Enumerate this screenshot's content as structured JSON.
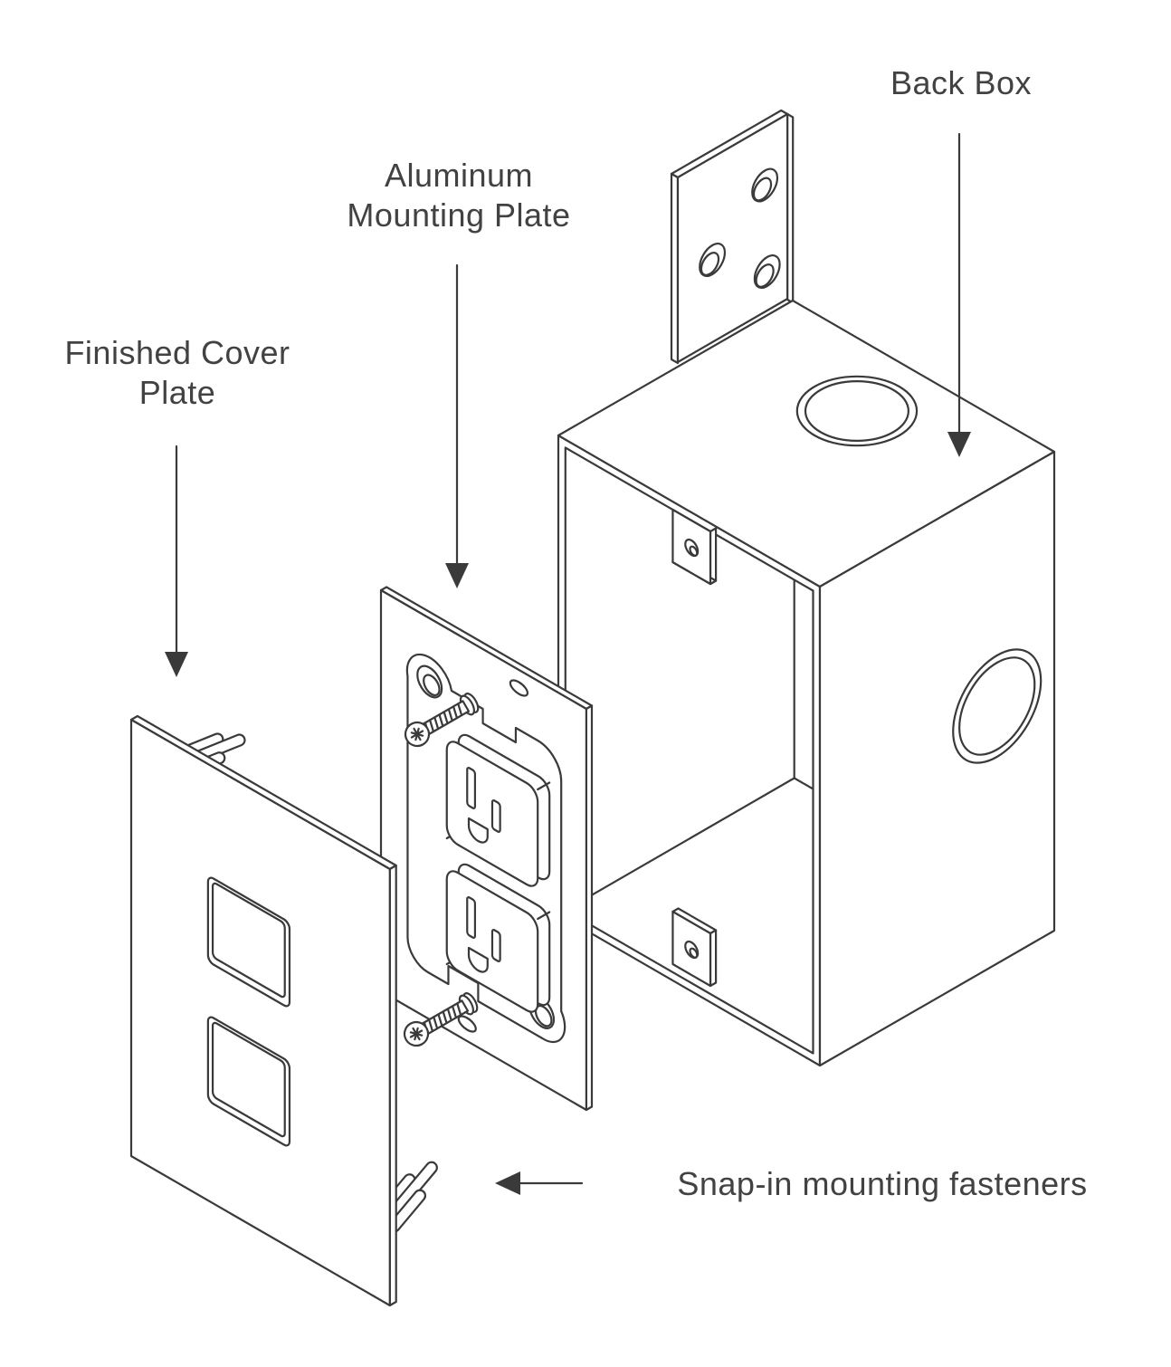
{
  "diagram": {
    "type": "exploded-assembly-drawing",
    "background_color": "#ffffff",
    "line_color": "#3a3a3a",
    "text_color": "#424242",
    "labels": {
      "back_box": "Back Box",
      "mounting_plate_line1": "Aluminum",
      "mounting_plate_line2": "Mounting Plate",
      "cover_plate_line1": "Finished Cover",
      "cover_plate_line2": "Plate",
      "fasteners": "Snap-in mounting fasteners"
    }
  }
}
